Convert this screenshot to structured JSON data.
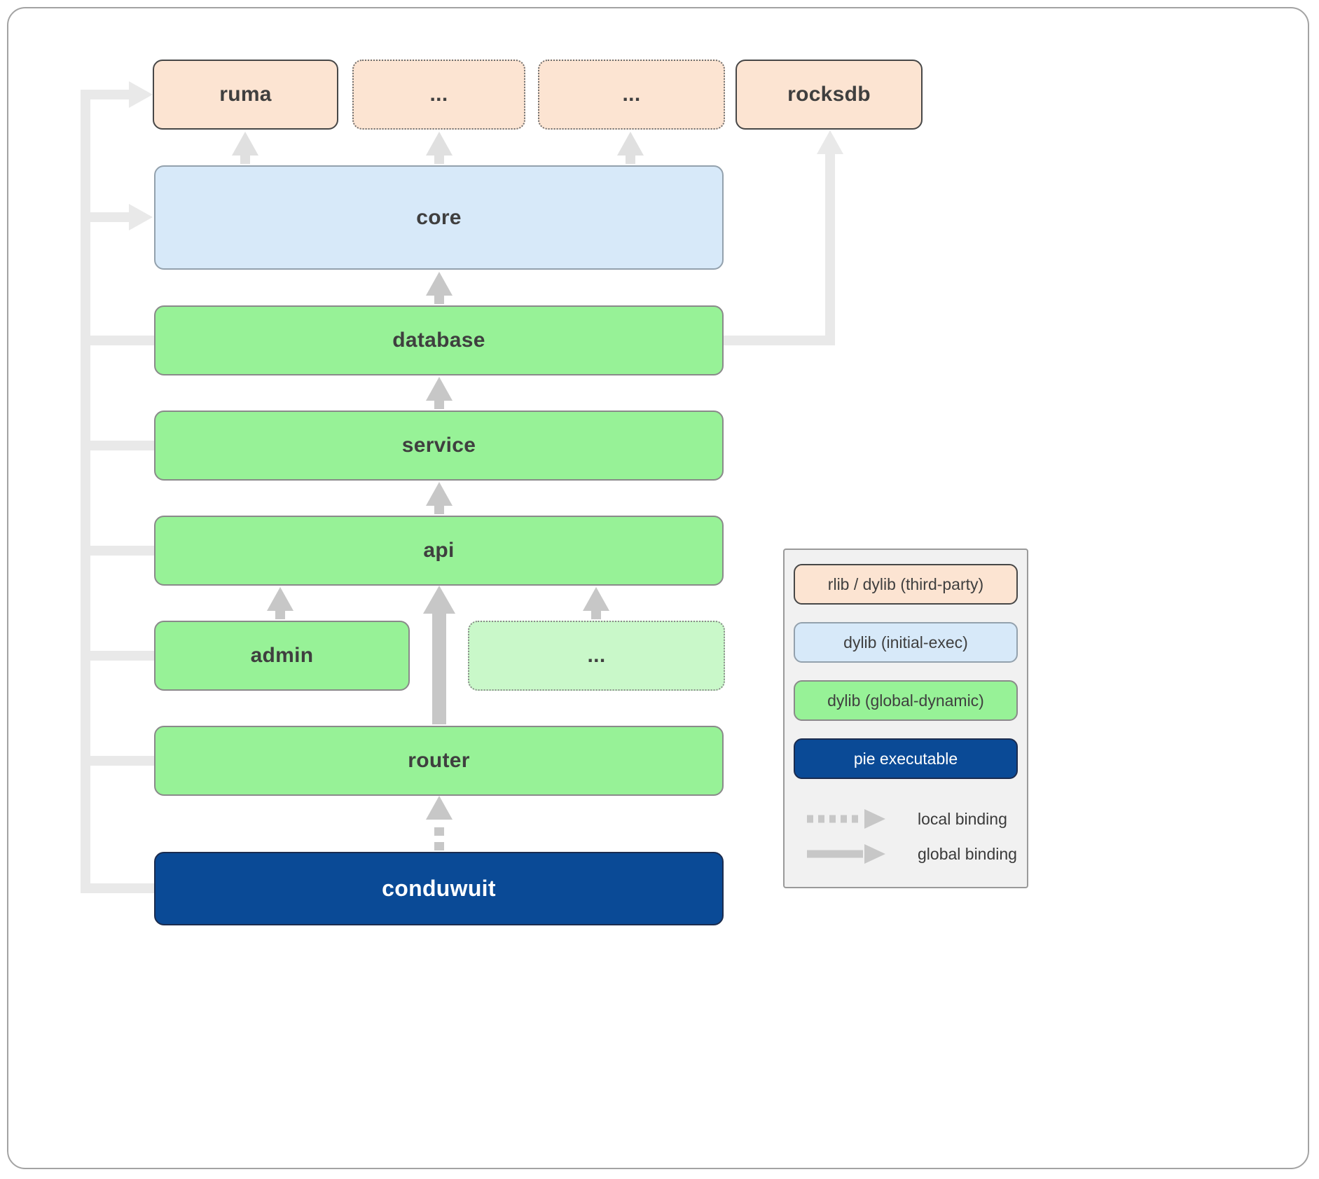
{
  "diagram": {
    "nodes": {
      "ruma": "ruma",
      "dots_top_1": "...",
      "dots_top_2": "...",
      "rocksdb": "rocksdb",
      "core": "core",
      "database": "database",
      "service": "service",
      "api": "api",
      "admin": "admin",
      "dots_mid": "...",
      "router": "router",
      "conduwuit": "conduwuit"
    },
    "colors": {
      "third_party": "#fce4d2",
      "initial_exec": "#d7e9f9",
      "global_dynamic": "#97f297",
      "global_dynamic_light": "#c9f8c9",
      "pie_executable": "#0a4a96",
      "legend_bg": "#f1f1f1",
      "arrow_light": "#e9e9e9",
      "arrow_soft": "#e0e0e0",
      "arrow_mid": "#c7c7c7",
      "text_dark": "#3f3f3f"
    },
    "legend": {
      "items": [
        {
          "label": "rlib / dylib (third-party)"
        },
        {
          "label": "dylib (initial-exec)"
        },
        {
          "label": "dylib (global-dynamic)"
        },
        {
          "label": "pie executable"
        }
      ],
      "bindings": [
        {
          "label": "local binding"
        },
        {
          "label": "global binding"
        }
      ]
    }
  }
}
